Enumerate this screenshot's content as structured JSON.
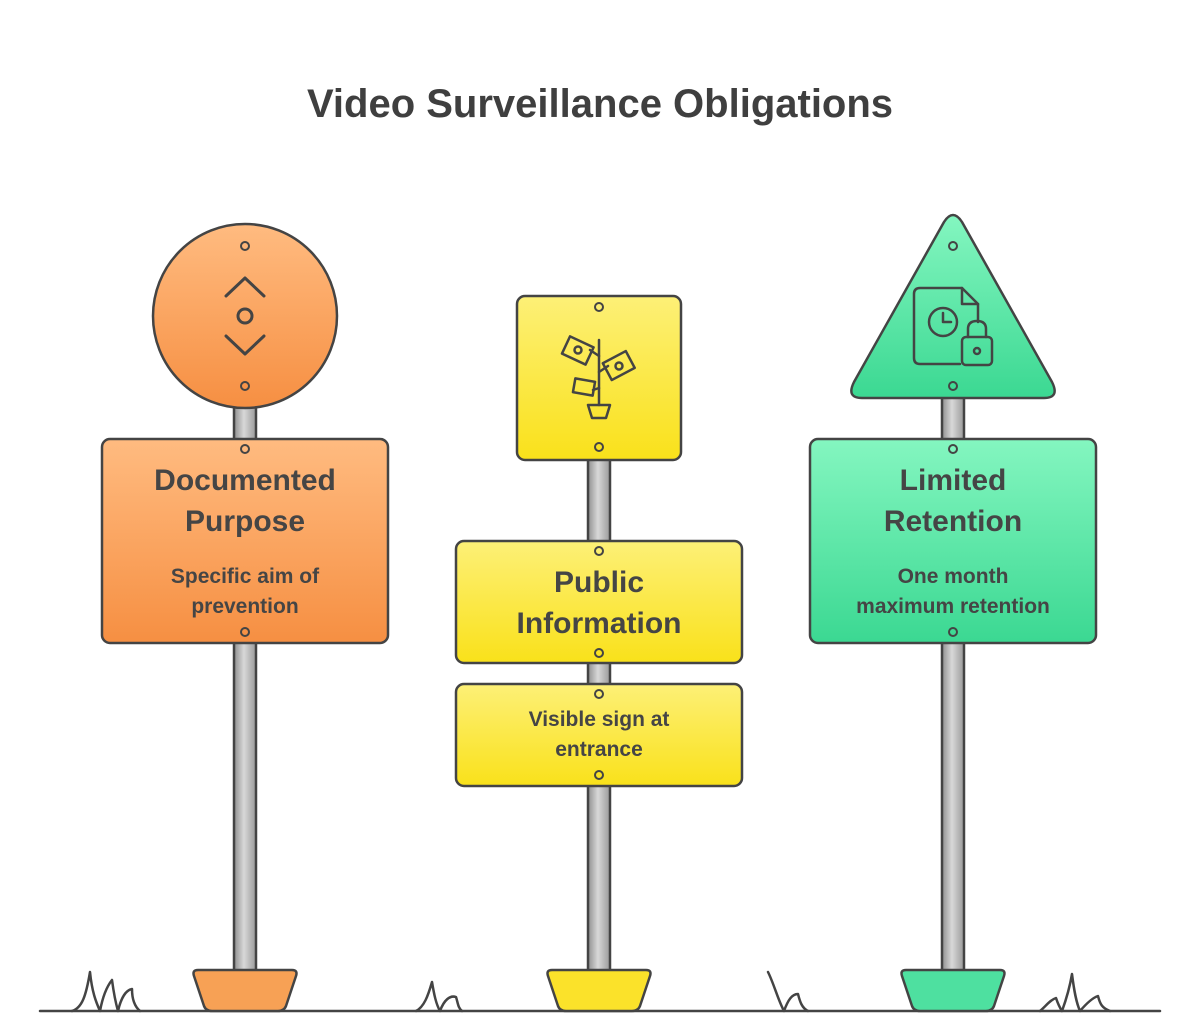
{
  "title": "Video Surveillance Obligations",
  "signs": [
    {
      "heading_line1": "Documented",
      "heading_line2": "Purpose",
      "desc_line1": "Specific aim of",
      "desc_line2": "prevention",
      "icon": "target-arrows-icon",
      "color": "#f7a45f"
    },
    {
      "heading_line1": "Public",
      "heading_line2": "Information",
      "desc_line1": "Visible sign at",
      "desc_line2": "entrance",
      "icon": "signpost-icon",
      "color": "#fbe64a"
    },
    {
      "heading_line1": "Limited",
      "heading_line2": "Retention",
      "desc_line1": "One month",
      "desc_line2": "maximum retention",
      "icon": "document-clock-lock-icon",
      "color": "#4fe0a0"
    }
  ]
}
